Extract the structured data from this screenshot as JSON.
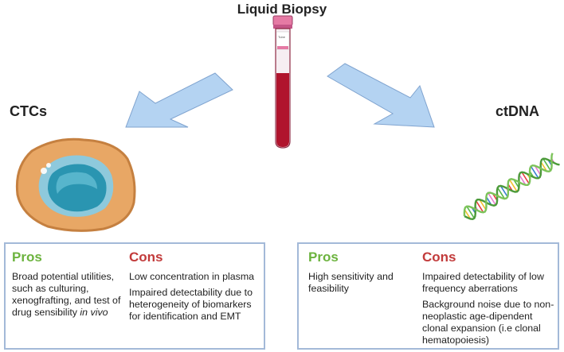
{
  "title": "Liquid Biopsy",
  "tube_label": "Tube",
  "left": {
    "heading": "CTCs",
    "pros_label": "Pros",
    "pros_text": "Broad potential utilities, such as culturing, xenogfrafting, and test of drug sensibility",
    "pros_text_italic": "in vivo",
    "cons_label": "Cons",
    "cons_items": [
      "Low concentration in plasma",
      "Impaired detectability due to heterogeneity of biomarkers for identification and EMT"
    ]
  },
  "right": {
    "heading": "ctDNA",
    "pros_label": "Pros",
    "pros_text": "High sensitivity and feasibility",
    "cons_label": "Cons",
    "cons_items": [
      "Impaired detectability of low frequency aberrations",
      "Background noise due to non-neoplastic age-dipendent clonal expansion (i.e clonal hematopoiesis)"
    ]
  },
  "colors": {
    "pros": "#6cb33e",
    "cons": "#c23b3b",
    "box_border": "#a3b9d8",
    "arrow_fill": "#b4d3f2",
    "blood": "#b0142d",
    "cell_outer": "#e8a765",
    "nucleus": "#2a95b1"
  }
}
